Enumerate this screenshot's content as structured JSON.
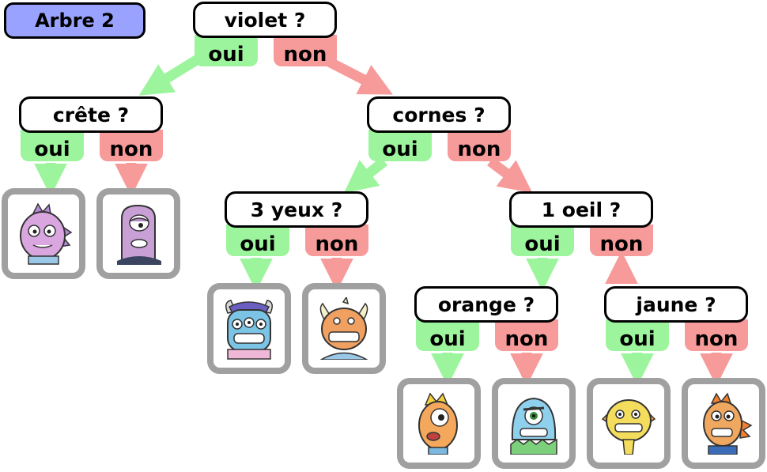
{
  "title": "Arbre 2",
  "labels": {
    "yes": "oui",
    "no": "non"
  },
  "colors": {
    "yes": "#9cf59c",
    "no": "#f79a9a",
    "title_bg": "#99a3ff",
    "card_border": "#a0a0a0"
  },
  "nodes": {
    "violet": "violet ?",
    "crete": "crête ?",
    "cornes": "cornes ?",
    "trois_yeux": "3 yeux ?",
    "un_oeil": "1 oeil ?",
    "orange": "orange ?",
    "jaune": "jaune ?"
  },
  "monsters": [
    {
      "id": "m1",
      "color": "#d9a6e0"
    },
    {
      "id": "m2",
      "color": "#c9a0d6"
    },
    {
      "id": "m3",
      "color": "#7cc4e6"
    },
    {
      "id": "m4",
      "color": "#f0a060"
    },
    {
      "id": "m5",
      "color": "#f4a85c"
    },
    {
      "id": "m6",
      "color": "#8fd0ec"
    },
    {
      "id": "m7",
      "color": "#f4dc5c"
    },
    {
      "id": "m8",
      "color": "#f0a860"
    }
  ]
}
